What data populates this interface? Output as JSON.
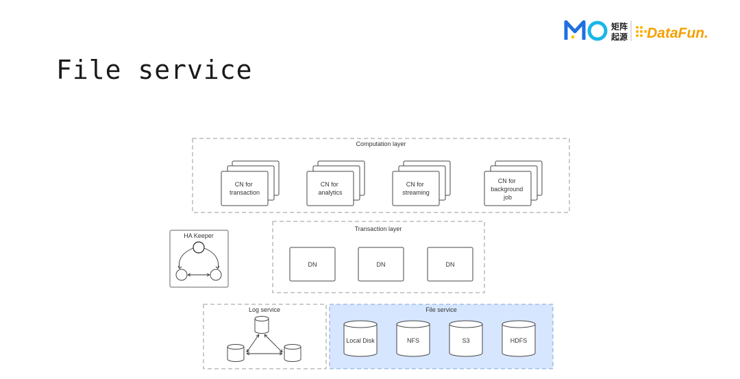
{
  "page": {
    "title": "File service"
  },
  "logo": {
    "mo_text": "MO",
    "cn_line1": "矩阵",
    "cn_line2": "起源",
    "datafun_text": "DataFun."
  },
  "diagram": {
    "computation_layer": {
      "label": "Computation layer",
      "nodes": [
        {
          "lines": [
            "CN for",
            "transaction"
          ]
        },
        {
          "lines": [
            "CN for",
            "analytics"
          ]
        },
        {
          "lines": [
            "CN for",
            "streaming"
          ]
        },
        {
          "lines": [
            "CN for",
            "background",
            "job"
          ]
        }
      ]
    },
    "ha_keeper": {
      "label": "HA Keeper"
    },
    "transaction_layer": {
      "label": "Transaction layer",
      "nodes": [
        "DN",
        "DN",
        "DN"
      ]
    },
    "log_service": {
      "label": "Log service"
    },
    "file_service": {
      "label": "File service",
      "nodes": [
        "Local Disk",
        "NFS",
        "S3",
        "HDFS"
      ],
      "fill": "#d6e6ff",
      "border": "#7fa4d9"
    }
  }
}
